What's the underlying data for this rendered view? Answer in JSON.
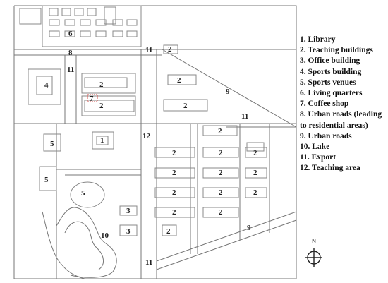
{
  "legend": [
    "1. Library",
    "2. Teaching buildings",
    "3. Office building",
    "4. Sports building",
    "5. Sports venues",
    "6. Living quarters",
    "7. Coffee shop",
    "8. Urban roads (leading to residential areas)",
    "9. Urban roads",
    "10. Lake",
    "11. Export",
    "12. Teaching area"
  ],
  "compass_label": "N",
  "map_labels": {
    "living_quarters": "6",
    "road_8": "8",
    "export_top_left": "11",
    "export_top_mid": "11",
    "export_right": "11",
    "export_bottom": "11",
    "road_9_upper": "9",
    "road_9_lower": "9",
    "sports_building": "4",
    "teaching_area": "12",
    "library": "1",
    "coffee_shop": "7",
    "sports_venue_a": "5",
    "sports_venue_b": "5",
    "sports_venue_c": "5",
    "office_a": "3",
    "office_b": "3",
    "lake": "10",
    "teaching_building": "2"
  },
  "colors": {
    "line": "#777777",
    "text": "#222222",
    "coffee": "#d9534f"
  }
}
